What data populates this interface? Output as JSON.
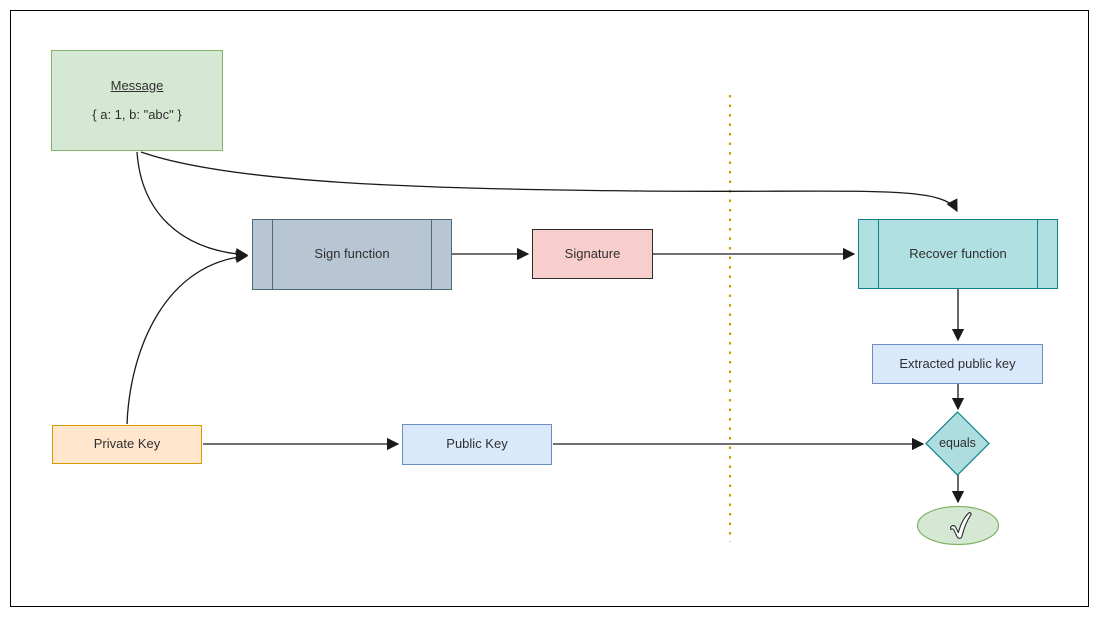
{
  "diagram": {
    "nodes": {
      "message": {
        "title": "Message",
        "body": "{ a: 1, b: \"abc\" }",
        "fill": "#d5e8d4",
        "stroke": "#82b366"
      },
      "sign_function": {
        "label": "Sign function",
        "shape": "subroutine",
        "fill": "#b8c6d3",
        "stroke": "#4d6a7a"
      },
      "signature": {
        "label": "Signature",
        "fill": "#f8cecc",
        "stroke": "#2d2d2d"
      },
      "recover_function": {
        "label": "Recover function",
        "shape": "subroutine",
        "fill": "#b1e0e2",
        "stroke": "#0e8088"
      },
      "extracted_public_key": {
        "label": "Extracted public key",
        "fill": "#dae8fc",
        "stroke": "#6c8ebf"
      },
      "private_key": {
        "label": "Private Key",
        "fill": "#ffe6cc",
        "stroke": "#d79b00"
      },
      "public_key": {
        "label": "Public Key",
        "fill": "#dae8fc",
        "stroke": "#6c8ebf"
      },
      "equals": {
        "label": "equals",
        "shape": "diamond",
        "fill": "#aedde0",
        "stroke": "#0e8088"
      },
      "success": {
        "icon": "checkmark-icon",
        "shape": "ellipse",
        "fill": "#d5e8d4",
        "stroke": "#82b366"
      }
    },
    "edges": [
      {
        "from": "message",
        "to": "sign_function",
        "style": "curved"
      },
      {
        "from": "message",
        "to": "recover_function",
        "style": "curved"
      },
      {
        "from": "private_key",
        "to": "sign_function",
        "style": "curved"
      },
      {
        "from": "sign_function",
        "to": "signature",
        "style": "straight"
      },
      {
        "from": "signature",
        "to": "recover_function",
        "style": "straight"
      },
      {
        "from": "recover_function",
        "to": "extracted_public_key",
        "style": "straight"
      },
      {
        "from": "extracted_public_key",
        "to": "equals",
        "style": "straight"
      },
      {
        "from": "private_key",
        "to": "public_key",
        "style": "straight"
      },
      {
        "from": "public_key",
        "to": "equals",
        "style": "straight"
      },
      {
        "from": "equals",
        "to": "success",
        "style": "straight"
      }
    ],
    "divider": {
      "orientation": "vertical",
      "style": "dotted",
      "color": "#d79b00"
    },
    "edge_color": "#1a1a1a",
    "frame_color": "#000000"
  }
}
